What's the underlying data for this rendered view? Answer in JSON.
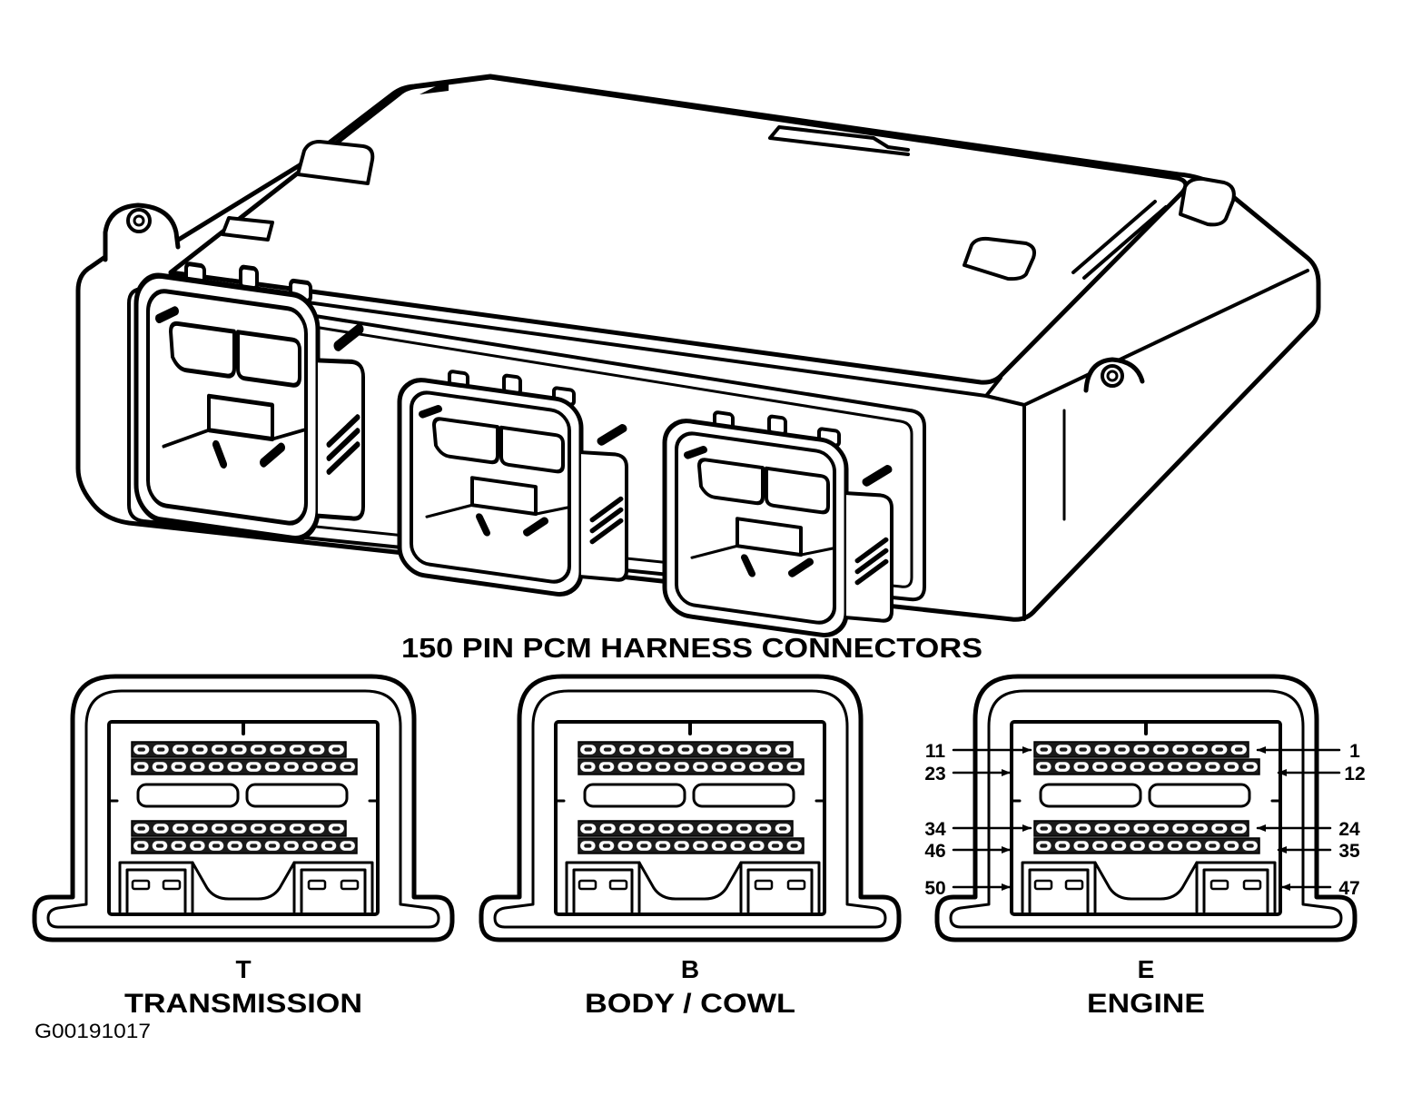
{
  "diagram": {
    "title": "150 PIN PCM HARNESS CONNECTORS",
    "figure_id": "G00191017",
    "connectors": [
      {
        "letter": "T",
        "name": "TRANSMISSION"
      },
      {
        "letter": "B",
        "name": "BODY / COWL"
      },
      {
        "letter": "E",
        "name": "ENGINE"
      }
    ],
    "engine_pins": [
      {
        "left": "11",
        "right": "1"
      },
      {
        "left": "23",
        "right": "12"
      },
      {
        "left": "34",
        "right": "24"
      },
      {
        "left": "46",
        "right": "35"
      },
      {
        "left": "50",
        "right": "47"
      }
    ]
  },
  "colors": {
    "line": "#000000",
    "background": "#ffffff",
    "pin_block": "#1a1a1a"
  }
}
